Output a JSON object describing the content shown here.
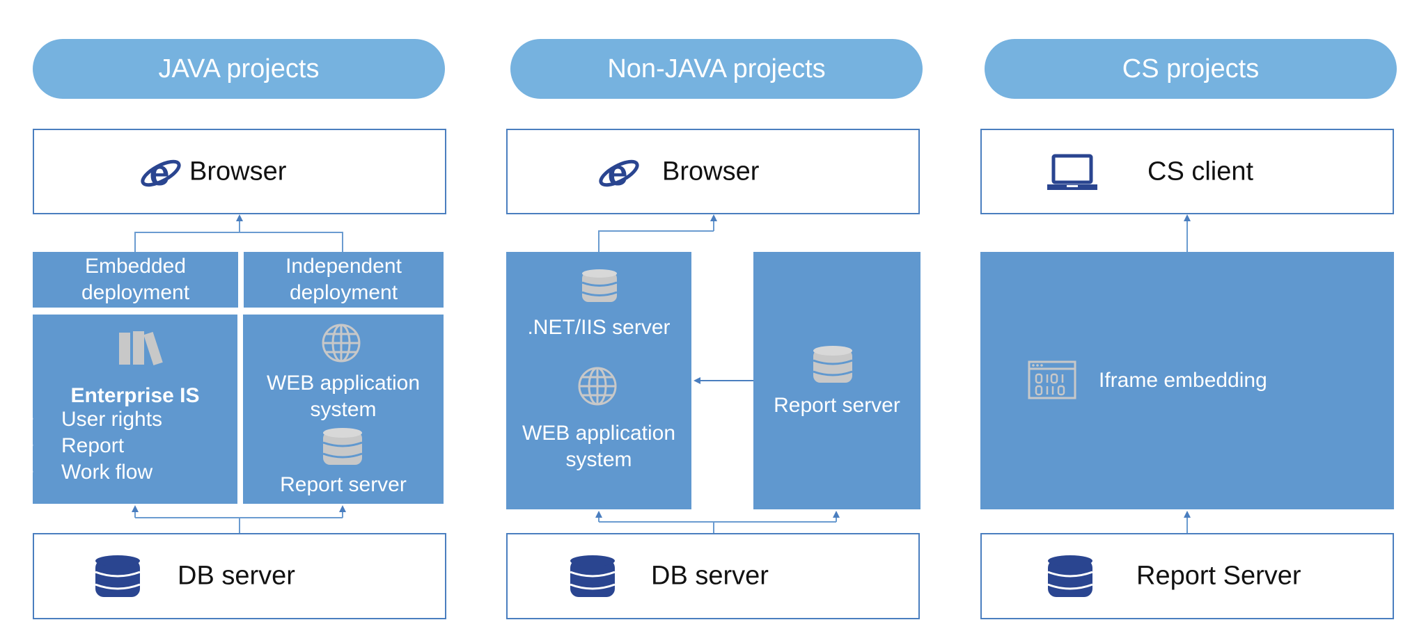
{
  "headers": {
    "java": "JAVA projects",
    "nonjava": "Non-JAVA projects",
    "cs": "CS projects"
  },
  "java": {
    "browser": "Browser",
    "embedded_deployment": "Embedded\ndeployment",
    "independent_deployment": "Independent\ndeployment",
    "enterprise_title": "Enterprise IS",
    "enterprise_items": [
      "User rights",
      "Report",
      "Work flow"
    ],
    "web_app": "WEB application\nsystem",
    "report_server": "Report server",
    "db_server": "DB server"
  },
  "nonjava": {
    "browser": "Browser",
    "net_server": ".NET/IIS server",
    "web_app": "WEB application\nsystem",
    "report_server": "Report server",
    "db_server": "DB server"
  },
  "cs": {
    "client": "CS client",
    "iframe": "Iframe embedding",
    "report_server": "Report Server"
  },
  "icons": {
    "browser": "internet-explorer-icon",
    "laptop": "laptop-icon",
    "database": "database-icon",
    "books": "books-icon",
    "globe": "globe-icon",
    "binary_window": "binary-window-icon"
  },
  "colors": {
    "header_pill": "#76b2df",
    "panel_blue": "#6098cf",
    "box_border": "#4a7ebf",
    "connector": "#6a9bd0",
    "icon_dark": "#2a4590",
    "icon_light": "#c8c8c8"
  }
}
